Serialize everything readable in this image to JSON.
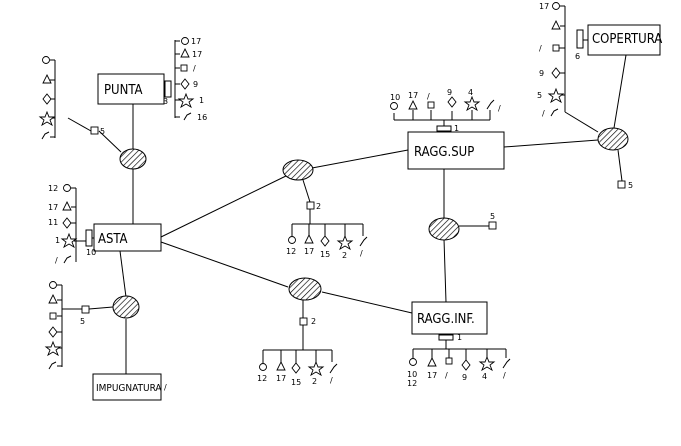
{
  "entities": {
    "punta": "PUNTA",
    "copertura": "COPERTURA",
    "ragg_sup": "RAGG.SUP",
    "asta": "ASTA",
    "ragg_inf": "RAGG.INF.",
    "impugnatura": "IMPUGNATURA"
  },
  "link_labels": {
    "punta_asta": "5",
    "copertura": "5",
    "asta_sup": "2",
    "sup_inf": "5",
    "asta_inf": "2",
    "impugnatura": "5",
    "punta_side": "3",
    "asta_side": "10",
    "copertura_side": "6",
    "ragg_sup_top": "1",
    "ragg_inf_top": "1"
  },
  "attributes": {
    "punta": [
      "17",
      "17",
      "/",
      "9",
      "1",
      "16"
    ],
    "copertura": [
      "17",
      "",
      "/",
      "9",
      "5",
      "/"
    ],
    "ragg_sup": [
      "10",
      "17",
      "/",
      "9",
      "4",
      "/"
    ],
    "asta": [
      "12",
      "17",
      "11",
      "1",
      "/"
    ],
    "impugnatura_side": "/",
    "ragg_inf": [
      "10",
      "12",
      "17",
      "/",
      "9",
      "4",
      "/"
    ],
    "asta_sup": [
      "12",
      "17",
      "15",
      "2",
      "/"
    ],
    "asta_inf": [
      "12",
      "17",
      "15",
      "2",
      "/"
    ]
  },
  "legend": {
    "shapes": [
      "circle",
      "triangle",
      "square",
      "diamond",
      "star",
      "tick"
    ]
  }
}
